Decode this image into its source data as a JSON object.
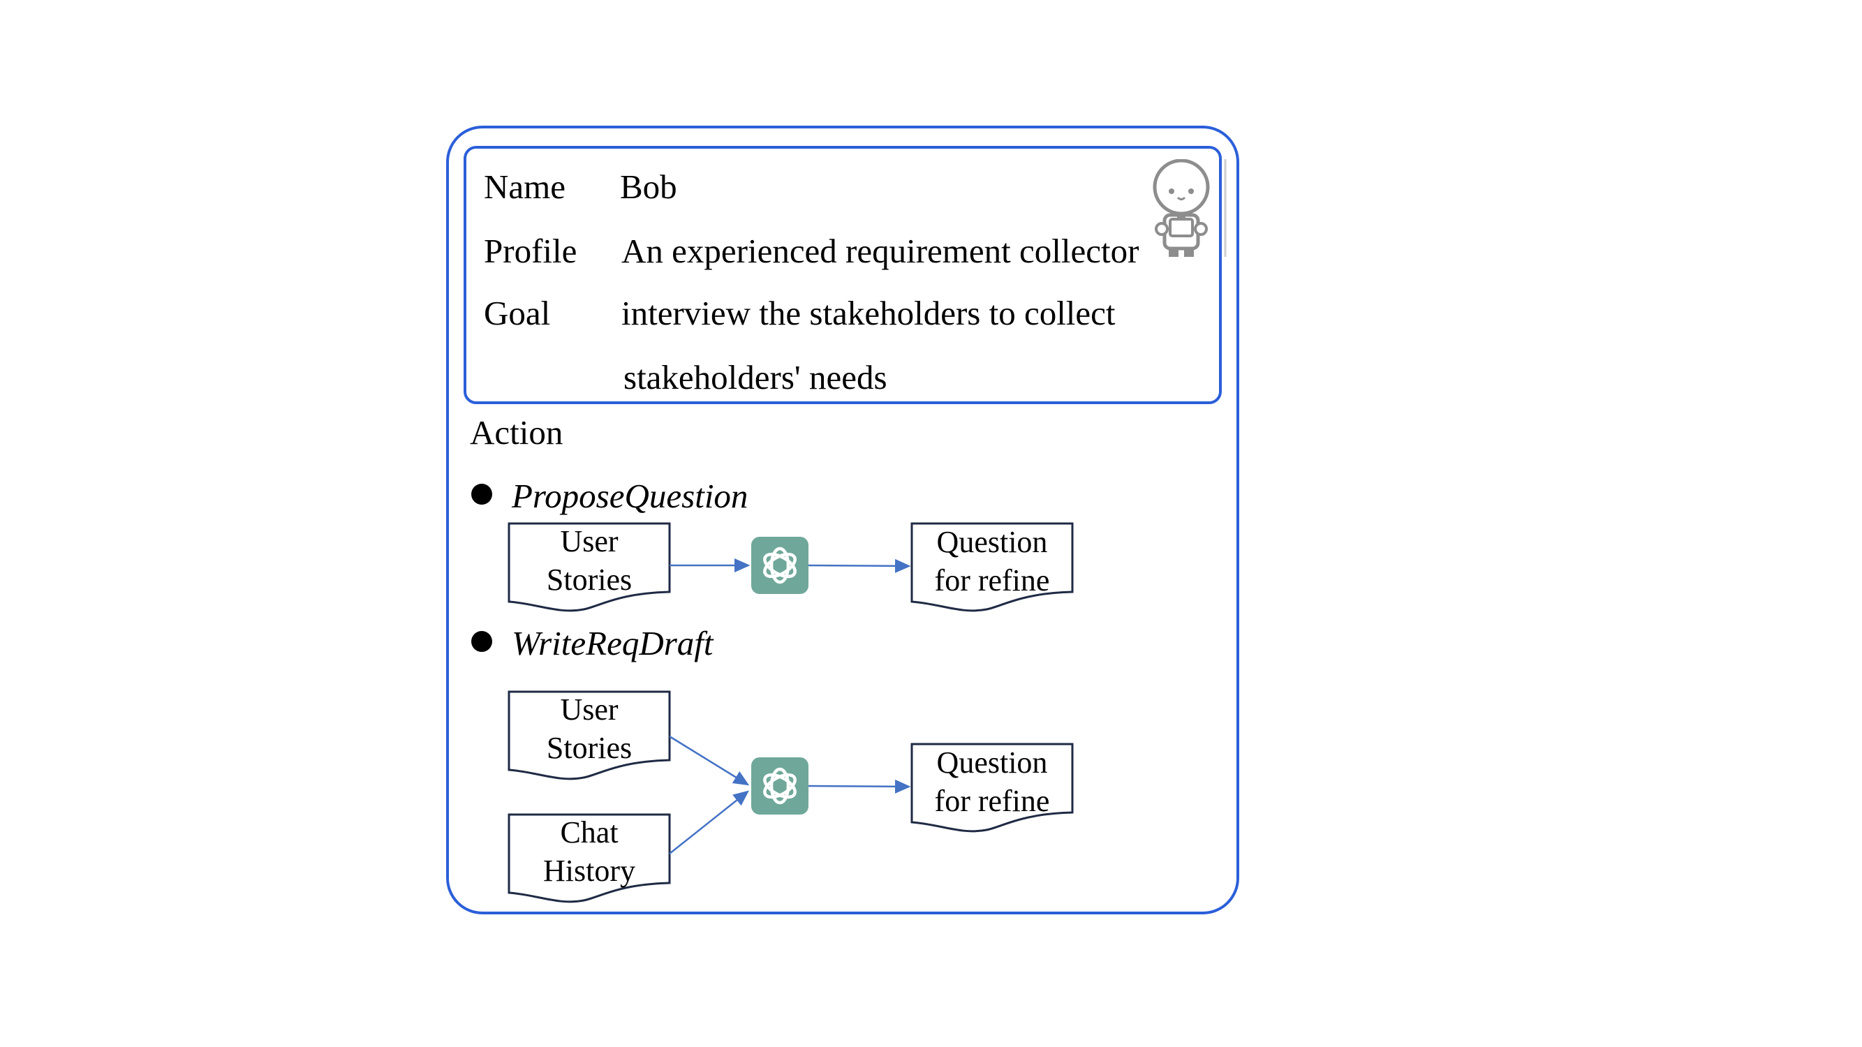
{
  "profile": {
    "name_label": "Name",
    "name_value": "Bob",
    "profile_label": "Profile",
    "profile_value": "An experienced requirement collector",
    "goal_label": "Goal",
    "goal_line1": "interview the stakeholders to collect",
    "goal_line2": "stakeholders' needs"
  },
  "action": {
    "heading": "Action",
    "propose": {
      "title": "ProposeQuestion",
      "input1": [
        "User",
        "Stories"
      ],
      "output": [
        "Question",
        "for refine"
      ]
    },
    "write": {
      "title": "WriteReqDraft",
      "input1": [
        "User",
        "Stories"
      ],
      "input2": [
        "Chat",
        "History"
      ],
      "output": [
        "Question",
        "for refine"
      ]
    }
  },
  "colors": {
    "border": "#2b5fd9",
    "arrow": "#4472c4",
    "llm_tile": "#6fa89a",
    "doc_border": "#1f2a44"
  },
  "icons": [
    "person-avatar-icon",
    "openai-logo-icon"
  ]
}
